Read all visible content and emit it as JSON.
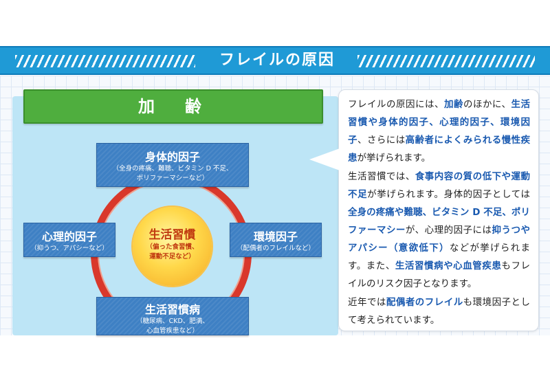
{
  "header": {
    "title": "フレイルの原因"
  },
  "diagram": {
    "main_label": "加　齢",
    "center": {
      "title": "生活習慣",
      "sub1": "（偏った食習慣、",
      "sub2": "運動不足など）"
    },
    "factors": {
      "body": {
        "title": "身体的因子",
        "sub1": "（全身の疼痛、難聴、ビタミン D 不足、",
        "sub2": "ポリファーマシーなど）"
      },
      "mind": {
        "title": "心理的因子",
        "sub1": "（抑うつ、アパシーなど）"
      },
      "env": {
        "title": "環境因子",
        "sub1": "（配偶者のフレイルなど）"
      },
      "life": {
        "title": "生活習慣病",
        "sub1": "（糖尿病、CKD、肥満、",
        "sub2": "心血管疾患など）"
      }
    }
  },
  "text": {
    "p1": {
      "s1": "フレイルの原因には、",
      "h1": "加齢",
      "s2": "のほかに、",
      "h2": "生活習慣や身体的因子、心理的因子、環境因子",
      "s3": "、さらには",
      "h3": "高齢者によくみられる慢性疾患",
      "s4": "が挙げられます。"
    },
    "p2": {
      "s1": "生活習慣では、",
      "h1": "食事内容の質の低下や運動不足",
      "s2": "が挙げられます。身体的因子としては",
      "h2": "全身の疼痛や難聴、ビタミン D 不足、ポリファーマシー",
      "s3": "が、心理的因子には",
      "h3": "抑うつやアパシー（意欲低下）",
      "s4": "などが挙げられます。また、",
      "h4": "生活習慣病や心血管疾患",
      "s5": "もフレイルのリスク因子となります。"
    },
    "p3": {
      "s1": "近年では",
      "h1": "配偶者のフレイル",
      "s2": "も環境因子として考えられています。"
    }
  }
}
